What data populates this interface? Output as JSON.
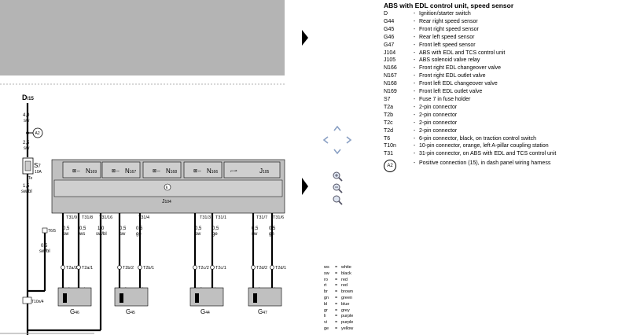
{
  "legend": {
    "title": "ABS with EDL control unit, speed sensor",
    "items": [
      {
        "code": "D",
        "text": "Ignition/starter switch"
      },
      {
        "code": "G44",
        "text": "Rear right speed sensor"
      },
      {
        "code": "G45",
        "text": "Front right speed sensor"
      },
      {
        "code": "G46",
        "text": "Rear left speed sensor"
      },
      {
        "code": "G47",
        "text": "Front left speed sensor"
      },
      {
        "code": "J104",
        "text": "ABS with EDL and TCS control unit"
      },
      {
        "code": "J105",
        "text": "ABS solenoid valve relay"
      },
      {
        "code": "N166",
        "text": "Front right EDL changeover valve"
      },
      {
        "code": "N167",
        "text": "Front right EDL outlet valve"
      },
      {
        "code": "N168",
        "text": "Front left EDL changeover valve"
      },
      {
        "code": "N169",
        "text": "Front left EDL outlet valve"
      },
      {
        "code": "S7",
        "text": "Fuse 7 in fuse holder"
      },
      {
        "code": "T2a",
        "text": "2-pin connector"
      },
      {
        "code": "T2b",
        "text": "2-pin connector"
      },
      {
        "code": "T2c",
        "text": "2-pin connector"
      },
      {
        "code": "T2d",
        "text": "2-pin connector"
      },
      {
        "code": "T6",
        "text": "6-pin connector, black, on traction control switch"
      },
      {
        "code": "T10n",
        "text": "10-pin connector, orange, left A-pillar coupling station"
      },
      {
        "code": "T31",
        "text": "31-pin connector, on ABS with EDL and TCS control unit"
      },
      {
        "code": "A2",
        "text": "Positive connection (15), in dash panel wiring harness"
      }
    ]
  },
  "wire_colors": [
    {
      "code": "ws",
      "name": "white"
    },
    {
      "code": "sw",
      "name": "black"
    },
    {
      "code": "ro",
      "name": "red"
    },
    {
      "code": "rt",
      "name": "red"
    },
    {
      "code": "br",
      "name": "brown"
    },
    {
      "code": "gn",
      "name": "green"
    },
    {
      "code": "bl",
      "name": "blue"
    },
    {
      "code": "gr",
      "name": "grey"
    },
    {
      "code": "li",
      "name": "purple"
    },
    {
      "code": "vi",
      "name": "purple"
    },
    {
      "code": "ge",
      "name": "yellow"
    }
  ],
  "diagram": {
    "top_label": "D",
    "top_sub": "/15",
    "wire_top_gauge": "4,0",
    "wire_top_color": "sw",
    "connection_label": "A2",
    "wire_mid_gauge": "2,5",
    "wire_mid_color": "sw",
    "fuse_label": "S",
    "fuse_sub": "7",
    "fuse_rating": "10A",
    "fuse_terminal": "Te",
    "wire_fuse_gauge": "1,5",
    "wire_fuse_color": "sw/bl",
    "t6_label": "T6/5",
    "wire_t6_gauge": "0,5",
    "wire_t6_color": "sw/bl",
    "t10_label": "T10n/4",
    "control_unit_label": "J",
    "control_unit_sub": "104",
    "relay_label": "J",
    "relay_sub": "105",
    "ground_symbol": "k",
    "valves": [
      {
        "label": "N",
        "sub": "169"
      },
      {
        "label": "N",
        "sub": "167"
      },
      {
        "label": "N",
        "sub": "168"
      },
      {
        "label": "N",
        "sub": "166"
      }
    ],
    "pins": [
      {
        "label": "T31/9",
        "gauge": "0,5",
        "color": "sw"
      },
      {
        "label": "T31/8",
        "gauge": "0,5",
        "color": "ws"
      },
      {
        "label": "T31/16",
        "gauge": "1,0",
        "color": "sw/bl"
      },
      {
        "label": "T31/4",
        "gauge": "0,5",
        "color": "sw"
      },
      {
        "label": "",
        "gauge": "0,5",
        "color": "ge"
      },
      {
        "label": "T31/3",
        "gauge": "0,5",
        "color": "sw"
      },
      {
        "label": "T31/1",
        "gauge": "0,5",
        "color": "ge"
      },
      {
        "label": "T31/7",
        "gauge": "0,5",
        "color": "sw"
      },
      {
        "label": "T31/6",
        "gauge": "0,5",
        "color": "gn"
      }
    ],
    "connectors": [
      "T2a/2",
      "T2a/1",
      "T2b/2",
      "T2b/1",
      "T2c/2",
      "T2c/1",
      "T2d/2",
      "T2d/1"
    ],
    "sensors": [
      {
        "label": "G",
        "sub": "46",
        "pin_a": "2",
        "pin_b": "1"
      },
      {
        "label": "G",
        "sub": "45",
        "pin_a": "2",
        "pin_b": "1"
      },
      {
        "label": "G",
        "sub": "44",
        "pin_a": "2",
        "pin_b": "1"
      },
      {
        "label": "G",
        "sub": "47",
        "pin_a": "2",
        "pin_b": "1"
      }
    ]
  },
  "colors": {
    "panel": "#b4b4b4",
    "unit": "#c0c0c0",
    "unit_inner": "#cfcfcf",
    "nav_blue": "#8aa0c4"
  },
  "icons": {
    "page_prev": "triangle-right-icon",
    "page_next": "triangle-right-icon",
    "pan": "pan-arrows-icon",
    "zoom_in": "zoom-in-icon",
    "zoom_out": "zoom-out-icon",
    "zoom_reset": "zoom-reset-icon"
  }
}
